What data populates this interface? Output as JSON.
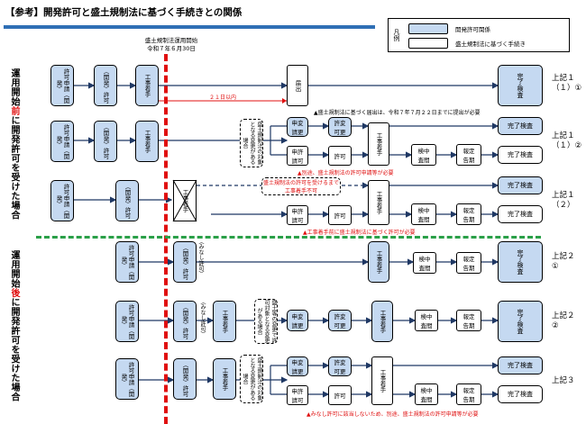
{
  "title": "【参考】開発許可と盛土規制法に基づく手続きとの関係",
  "legend": {
    "label": "凡例",
    "items": [
      "開発許可関係",
      "盛土規制法に基づく手続き"
    ]
  },
  "start_note": [
    "盛土規制法運用開始",
    "令和７年６月30日"
  ],
  "sections": [
    "運用開始前に開発許可を受けた場合",
    "運用開始後に開発許可を受けた場合"
  ],
  "cases": [
    "上記１\n（１）①",
    "上記１\n（１）②",
    "上記１\n（２）",
    "上記２\n①",
    "上記２\n②",
    "上記３"
  ],
  "steps": {
    "kaihatsu_shinsei": "許可申請\n（開発）",
    "kaihatsu_kyoka": "（開発）\n許可",
    "koji_chakushu": "工事着手",
    "todokede": "届出",
    "kansei": "完了検査",
    "henko_shinsei": "申変\n請更",
    "henko_kyoka": "許変\n可更",
    "shinsei": "申許\n請可",
    "kyoka": "許可",
    "chukan": "検中\n査間",
    "teiki": "報定\n告期",
    "minashi_kyoka": "（みなし許可）",
    "minashi_short": "（みなし許可）"
  },
  "conditions": {
    "c1": "盛土規制法の対象となる変更がある場合",
    "c2": "盛土規制法の許可を受けるまで工事着手不可",
    "c3": "盛土等の変更で許可対象となる変更がある場合",
    "c4": "盛土規制法の対象となる変更がある場合"
  },
  "period": "２１日以内",
  "notes": {
    "n1": "▲盛土規制法に基づく届出は、令和７年７月２２日までに提出が必要",
    "n2": "▲別途、盛土規制法の許可申請等が必要",
    "n3": "▲工事着手前に盛土規制法に基づく許可が必要",
    "n4": "▲みなし許可に該当しないため、別途、盛土規制法の許可申請等が必要"
  }
}
